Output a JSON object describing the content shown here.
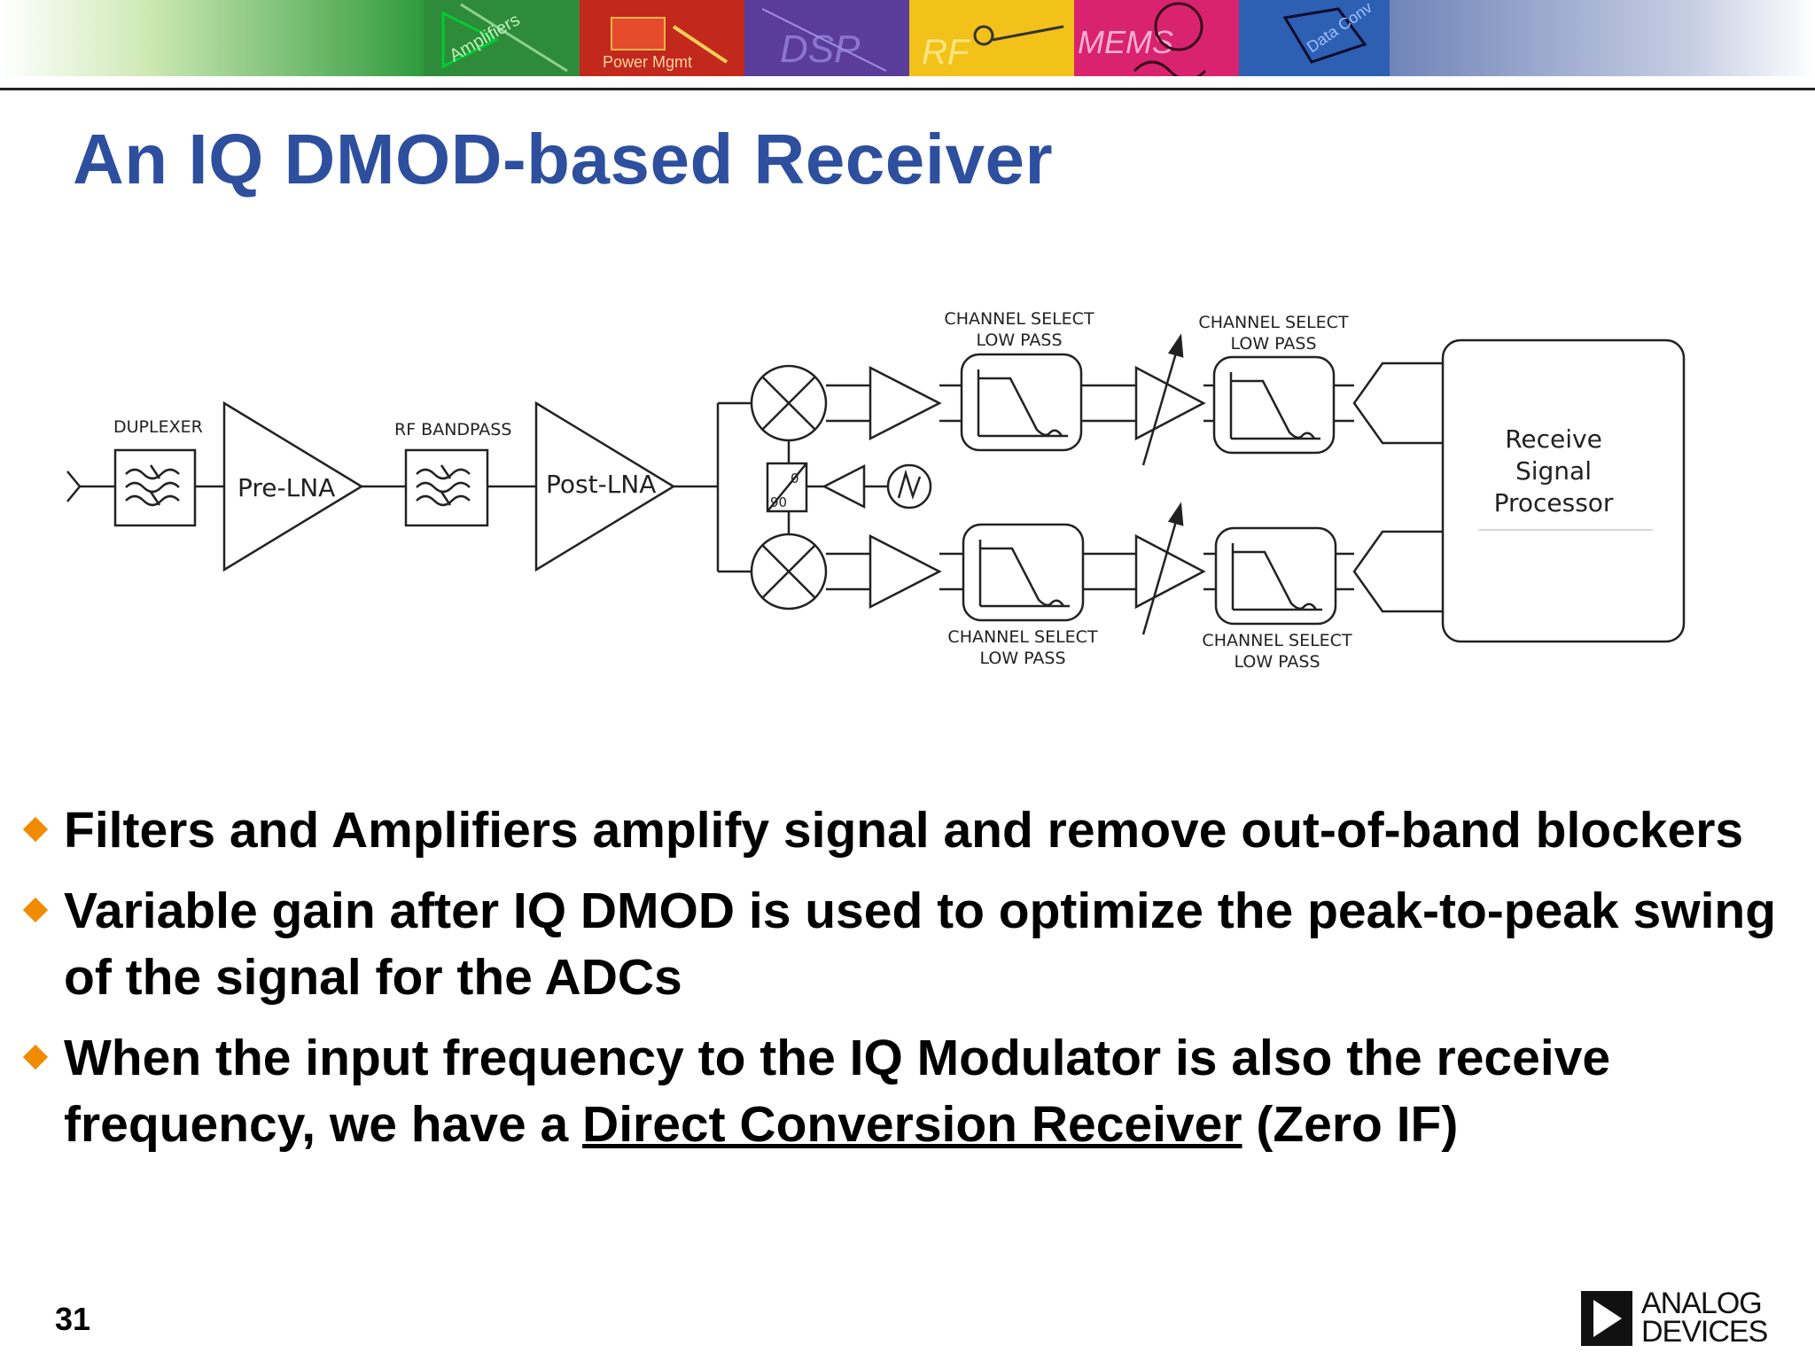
{
  "slide": {
    "title": "An IQ DMOD-based Receiver",
    "page_number": "31",
    "logo": {
      "line1": "ANALOG",
      "line2": "DEVICES"
    }
  },
  "banner": {
    "tiles": [
      "Amplifiers",
      "Power Mgmt",
      "DSP",
      "RF",
      "MEMS",
      "Data Conv"
    ]
  },
  "diagram": {
    "labels": {
      "duplexer": "DUPLEXER",
      "rf_bandpass": "RF BANDPASS",
      "pre_lna": "Pre-LNA",
      "post_lna": "Post-LNA",
      "phase_0": "0",
      "phase_90": "90",
      "ch_top_1_line1": "CHANNEL SELECT",
      "ch_top_1_line2": "LOW PASS",
      "ch_top_2_line1": "CHANNEL SELECT",
      "ch_top_2_line2": "LOW PASS",
      "ch_bot_1_line1": "CHANNEL SELECT",
      "ch_bot_1_line2": "LOW PASS",
      "ch_bot_2_line1": "CHANNEL SELECT",
      "ch_bot_2_line2": "LOW PASS",
      "rsp_line1": "Receive",
      "rsp_line2": "Signal",
      "rsp_line3": "Processor"
    }
  },
  "bullets": [
    {
      "text": "Filters and Amplifiers amplify signal and remove out-of-band blockers"
    },
    {
      "text": "Variable gain after IQ DMOD is used to optimize the peak-to-peak swing of the signal for the ADCs"
    },
    {
      "pre": "When the input frequency to the IQ Modulator is also the receive frequency, we have a ",
      "link": "Direct Conversion Receiver",
      "post": " (Zero IF)"
    }
  ],
  "colors": {
    "title": "#2d4f9e",
    "bullet": "#f08a00",
    "text": "#000000"
  }
}
